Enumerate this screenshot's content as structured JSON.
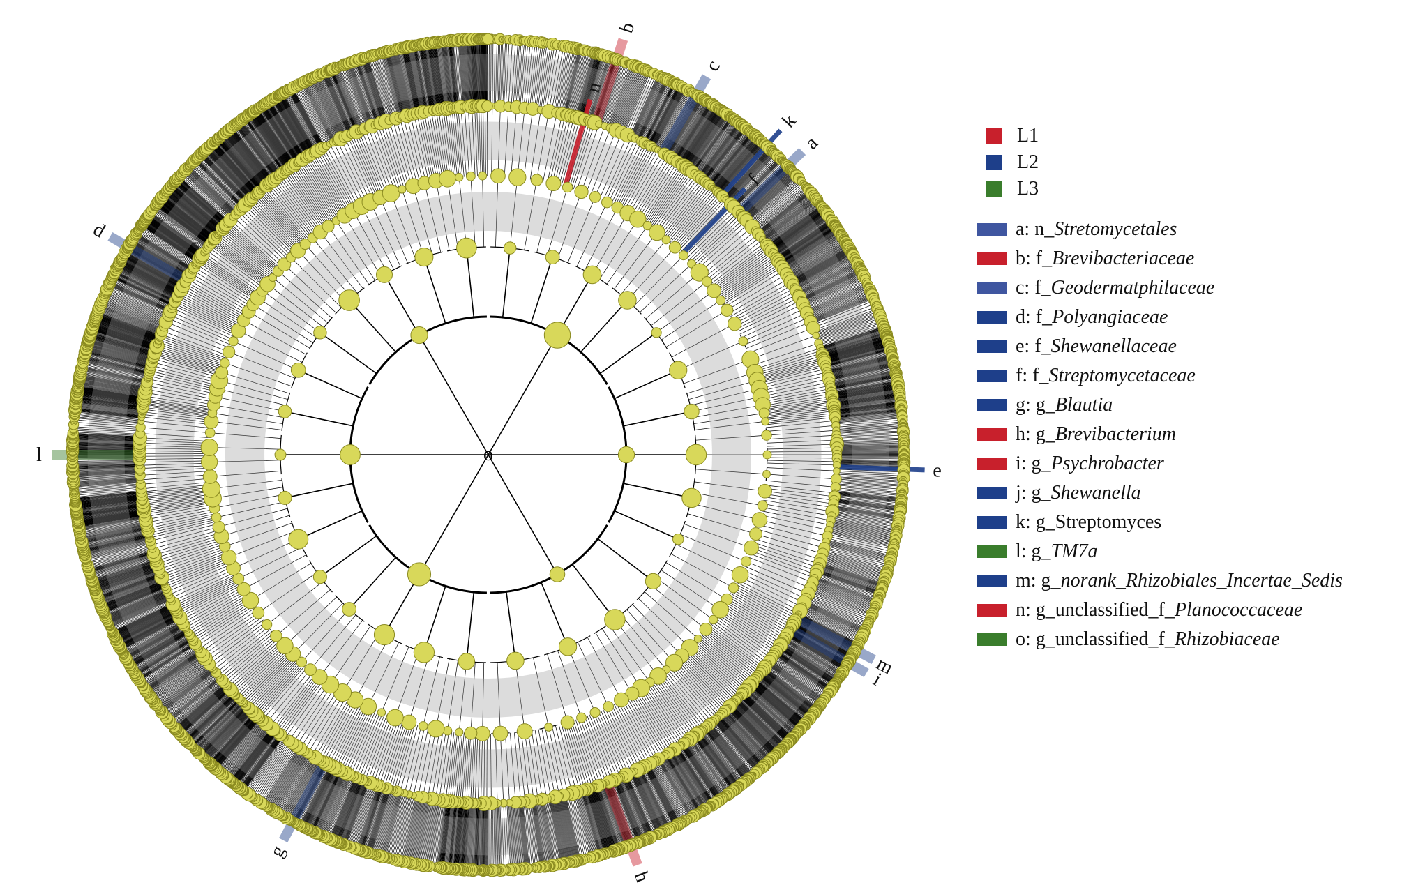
{
  "center_label": "o",
  "groups": [
    {
      "label": "L1",
      "color": "#c8202c"
    },
    {
      "label": "L2",
      "color": "#1e3f8a"
    },
    {
      "label": "L3",
      "color": "#3a7d2c"
    }
  ],
  "colors": {
    "node": "#d8d85a",
    "node_stroke": "#8a8a20",
    "line": "#000000"
  },
  "markers": [
    {
      "key": "a",
      "group": "L2",
      "angle": 46,
      "ring": 5,
      "shade": "light"
    },
    {
      "key": "b",
      "group": "L1",
      "angle": 18,
      "ring": 5,
      "shade": "light"
    },
    {
      "key": "c",
      "group": "L2",
      "angle": 30,
      "ring": 5,
      "shade": "light"
    },
    {
      "key": "d",
      "group": "L2",
      "angle": 300,
      "ring": 5,
      "shade": "light"
    },
    {
      "key": "e",
      "group": "L2",
      "angle": 92,
      "ring": 5,
      "shade": "solid"
    },
    {
      "key": "f",
      "group": "L2",
      "angle": 44,
      "ring": 4,
      "shade": "solid"
    },
    {
      "key": "h",
      "group": "L1",
      "angle": 160,
      "ring": 5,
      "shade": "light"
    },
    {
      "key": "i",
      "group": "L2",
      "angle": 120,
      "ring": 5,
      "shade": "light"
    },
    {
      "key": "k",
      "group": "L2",
      "angle": 42,
      "ring": 5,
      "shade": "solid"
    },
    {
      "key": "l",
      "group": "L3",
      "angle": 270,
      "ring": 5,
      "shade": "light"
    },
    {
      "key": "m",
      "group": "L2",
      "angle": 118,
      "ring": 5,
      "shade": "light"
    },
    {
      "key": "n",
      "group": "L1",
      "angle": 16,
      "ring": 4,
      "shade": "solid"
    },
    {
      "key": "g",
      "group": "L2",
      "angle": 208,
      "ring": 5,
      "shade": "light"
    }
  ],
  "taxa": [
    {
      "key": "a",
      "prefix": "a: n_",
      "name": "Stretomycetales",
      "italic": true,
      "color": "#3f56a0"
    },
    {
      "key": "b",
      "prefix": "b: f_",
      "name": "Brevibacteriaceae",
      "italic": true,
      "color": "#c8202c"
    },
    {
      "key": "c",
      "prefix": "c: f_",
      "name": "Geodermatphilaceae",
      "italic": true,
      "color": "#3f56a0"
    },
    {
      "key": "d",
      "prefix": "d: f_",
      "name": "Polyangiaceae",
      "italic": true,
      "color": "#1e3f8a"
    },
    {
      "key": "e",
      "prefix": "e: f_",
      "name": "Shewanellaceae",
      "italic": true,
      "color": "#1e3f8a"
    },
    {
      "key": "f",
      "prefix": "f: f_",
      "name": "Streptomycetaceae",
      "italic": true,
      "color": "#1e3f8a"
    },
    {
      "key": "g",
      "prefix": "g: g_",
      "name": "Blautia",
      "italic": true,
      "color": "#1e3f8a"
    },
    {
      "key": "h",
      "prefix": "h: g_",
      "name": "Brevibacterium",
      "italic": true,
      "color": "#c8202c"
    },
    {
      "key": "i",
      "prefix": "i: g_",
      "name": "Psychrobacter",
      "italic": true,
      "color": "#c8202c"
    },
    {
      "key": "j",
      "prefix": "j: g_",
      "name": "Shewanella",
      "italic": true,
      "color": "#1e3f8a"
    },
    {
      "key": "k",
      "prefix": "k: g_",
      "name": "Streptomyces",
      "italic": false,
      "color": "#1e3f8a"
    },
    {
      "key": "l",
      "prefix": "l: g_",
      "name": "TM7a",
      "italic": true,
      "color": "#3a7d2c"
    },
    {
      "key": "m",
      "prefix": "m: g_",
      "name": "norank_Rhizobiales_Incertae_Sedis",
      "italic": true,
      "color": "#1e3f8a"
    },
    {
      "key": "n",
      "prefix": "n: g_unclassified_f_",
      "name": "Planococcaceae",
      "italic": true,
      "color": "#c8202c"
    },
    {
      "key": "o",
      "prefix": "o: g_unclassified_f_",
      "name": "Rhizobiaceae",
      "italic": true,
      "color": "#3a7d2c"
    }
  ]
}
